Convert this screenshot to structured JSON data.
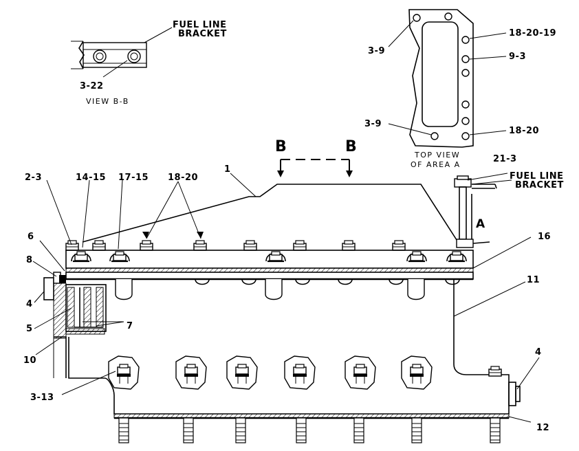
{
  "labels": {
    "fuel_line_bracket_top_1": "FUEL LINE",
    "fuel_line_bracket_top_2": "BRACKET",
    "view_bb_ref": "3-22",
    "view_bb_caption": "VIEW B-B",
    "top_view_ref_upper": "3-9",
    "top_view_ref_lower": "3-9",
    "top_view_ref_right_1": "18-20-19",
    "top_view_ref_right_2": "9-3",
    "top_view_ref_right_3": "18-20",
    "top_view_caption_1": "TOP VIEW",
    "top_view_caption_2": "OF AREA A",
    "section_b_left": "B",
    "section_b_right": "B",
    "fuel_line_bracket_right_1": "FUEL LINE",
    "fuel_line_bracket_right_2": "BRACKET",
    "area_a": "A",
    "ref_21_3": "21-3",
    "ref_2_3": "2-3",
    "ref_14_15": "14-15",
    "ref_17_15": "17-15",
    "ref_18_20": "18-20",
    "ref_1": "1",
    "ref_16": "16",
    "ref_11": "11",
    "ref_6": "6",
    "ref_8": "8",
    "ref_4_left": "4",
    "ref_5": "5",
    "ref_7": "7",
    "ref_10": "10",
    "ref_3_13": "3-13",
    "ref_4_right": "4",
    "ref_12": "12"
  }
}
